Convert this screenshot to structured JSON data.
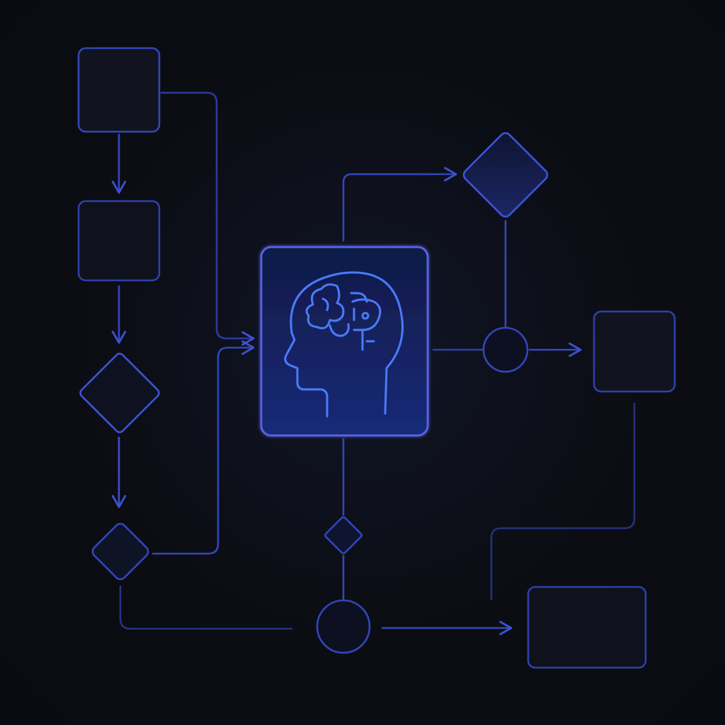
{
  "diagram": {
    "colors": {
      "background": "#0b0d13",
      "node_fill": "#111522",
      "node_stroke": "#3b4fc4",
      "connector": "#3346b8",
      "connector_dim": "#26327e",
      "accent": "#4f6cf2",
      "center_fill": "#13205a",
      "center_stroke": "#5566e6",
      "glyph": "#4a78ff"
    },
    "nodes": [
      {
        "id": "process-box-1",
        "shape": "rounded-rectangle"
      },
      {
        "id": "process-box-2",
        "shape": "rounded-rectangle"
      },
      {
        "id": "decision-diamond-1",
        "shape": "diamond"
      },
      {
        "id": "decision-diamond-2",
        "shape": "diamond"
      },
      {
        "id": "central-ai-node",
        "shape": "rounded-rectangle",
        "icon": "brain-head-icon"
      },
      {
        "id": "decision-diamond-top-right",
        "shape": "diamond"
      },
      {
        "id": "junction-circle-right",
        "shape": "circle"
      },
      {
        "id": "process-box-right",
        "shape": "rounded-rectangle"
      },
      {
        "id": "decision-diamond-small",
        "shape": "diamond"
      },
      {
        "id": "junction-circle-bottom",
        "shape": "circle"
      },
      {
        "id": "process-box-bottom-right",
        "shape": "rounded-rectangle"
      }
    ],
    "edges": [
      {
        "from": "process-box-1",
        "to": "process-box-2",
        "arrow": true
      },
      {
        "from": "process-box-2",
        "to": "decision-diamond-1",
        "arrow": true
      },
      {
        "from": "decision-diamond-1",
        "to": "decision-diamond-2",
        "arrow": true
      },
      {
        "from": "process-box-1",
        "to": "central-ai-node",
        "arrow": true
      },
      {
        "from": "decision-diamond-2",
        "to": "central-ai-node",
        "arrow": true
      },
      {
        "from": "central-ai-node",
        "to": "decision-diamond-top-right",
        "arrow": true
      },
      {
        "from": "decision-diamond-top-right",
        "to": "junction-circle-right",
        "arrow": false
      },
      {
        "from": "central-ai-node",
        "to": "junction-circle-right",
        "arrow": false
      },
      {
        "from": "junction-circle-right",
        "to": "process-box-right",
        "arrow": true
      },
      {
        "from": "central-ai-node",
        "to": "decision-diamond-small",
        "arrow": false
      },
      {
        "from": "decision-diamond-small",
        "to": "junction-circle-bottom",
        "arrow": false
      },
      {
        "from": "decision-diamond-2",
        "to": "junction-circle-bottom",
        "arrow": false
      },
      {
        "from": "junction-circle-bottom",
        "to": "process-box-bottom-right",
        "arrow": true
      },
      {
        "from": "process-box-right",
        "to": "process-box-bottom-right",
        "arrow": false
      }
    ]
  }
}
